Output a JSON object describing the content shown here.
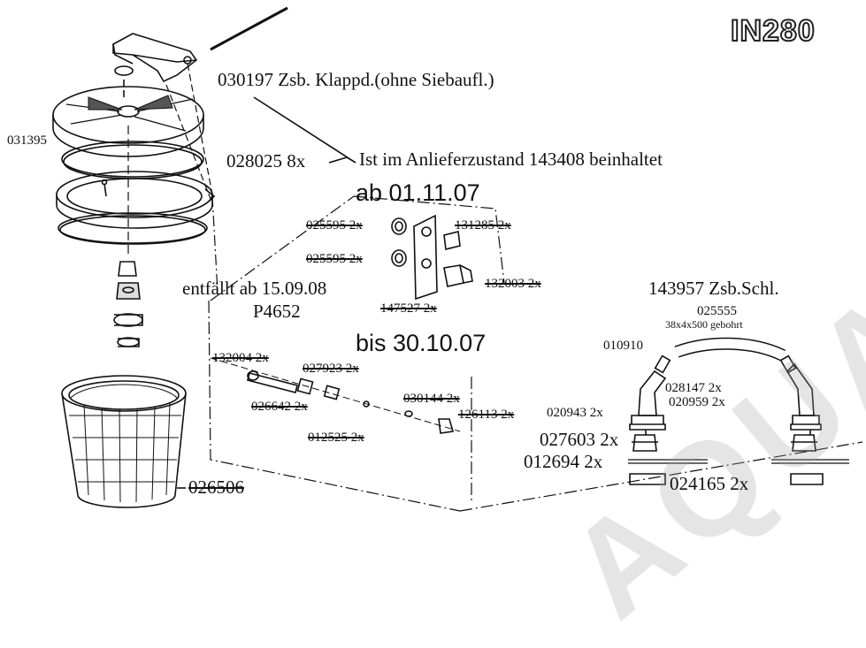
{
  "model_code": "IN280",
  "watermark": "AQUA",
  "labels": {
    "zsb_klappd": "030197 Zsb. Klappd.(ohne Siebaufl.)",
    "part_031395": "031395",
    "part_028025": "028025 8x",
    "note_lieferung": "Ist im Anlieferzustand 143408 beinhaltet",
    "ab_date": "ab 01.11.07",
    "p025595_a": "025595 2x",
    "p131285": "131285 2x",
    "p025595_b": "025595 2x",
    "p132003": "132003 2x",
    "entfaellt": "entfällt ab 15.09.08",
    "p4652": "P4652",
    "p147527": "147527 2x",
    "zsb_schl": "143957 Zsb.Schl.",
    "p025555": "025555",
    "hose_spec": "38x4x500 gebohrt",
    "bis_date": "bis 30.10.07",
    "p010910": "010910",
    "p132004": "132004 2x",
    "p027923": "027923 2x",
    "p028147": "028147 2x",
    "p020959": "020959 2x",
    "p026642": "026642 2x",
    "p030144": "030144 2x",
    "p126113": "126113 2x",
    "p020943": "020943 2x",
    "p012525": "012525 2x",
    "p027603": "027603 2x",
    "p012694": "012694 2x",
    "p024165": "024165 2x",
    "p026506": "026506"
  }
}
